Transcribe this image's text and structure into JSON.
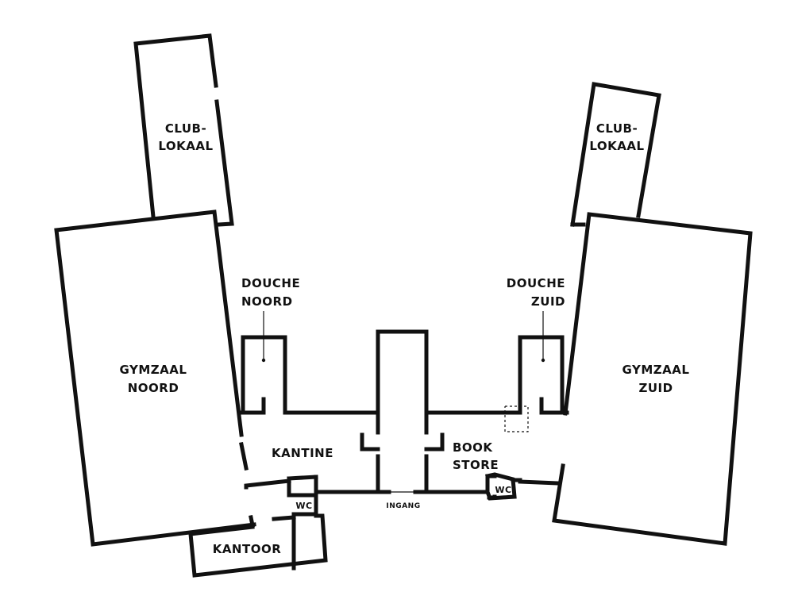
{
  "rooms": {
    "clublokaal_noord": [
      "CLUB-",
      "LOKAAL"
    ],
    "clublokaal_zuid": [
      "CLUB-",
      "LOKAAL"
    ],
    "gymzaal_noord": [
      "GYMZAAL",
      "NOORD"
    ],
    "gymzaal_zuid": [
      "GYMZAAL",
      "ZUID"
    ],
    "douche_noord": [
      "DOUCHE",
      "NOORD"
    ],
    "douche_zuid": [
      "DOUCHE",
      "ZUID"
    ],
    "kantine": "KANTINE",
    "book_store": [
      "BOOK",
      "STORE"
    ],
    "wc_kantoor": "WC",
    "wc_store": "WC",
    "kantoor": "KANTOOR",
    "ingang": "INGANG"
  },
  "colors": {
    "wall": "#111111",
    "background": "#ffffff"
  }
}
